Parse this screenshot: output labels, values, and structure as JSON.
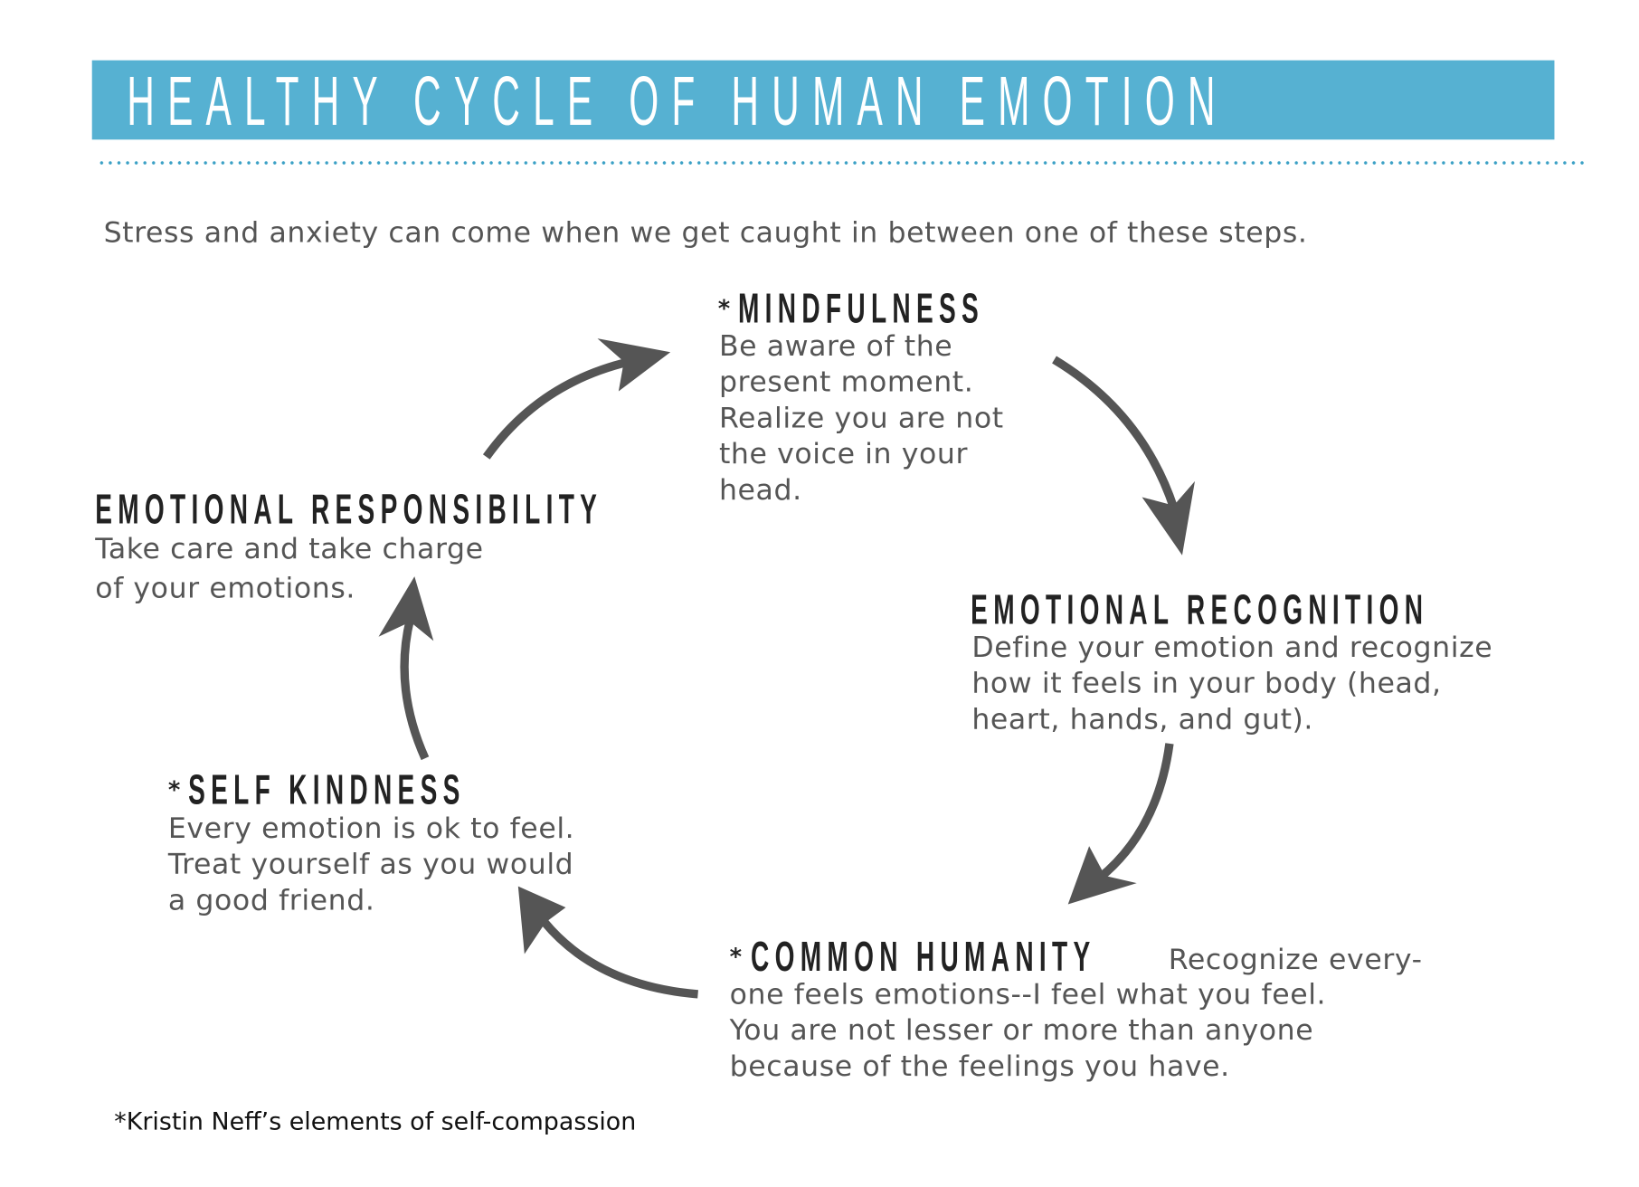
{
  "title": "HEALTHY CYCLE OF HUMAN EMOTION",
  "subtitle": "Stress and anxiety can come when we get caught in between one of these steps.",
  "colors": {
    "banner": "#56b1d2",
    "dots": "#3aa0c5",
    "arrow": "#555555",
    "text": "#555555"
  },
  "steps": {
    "mindfulness": {
      "star": "*",
      "heading": "MINDFULNESS",
      "lines": [
        "Be aware of the",
        "present moment.",
        "Realize you are not",
        "the voice in your",
        "head."
      ]
    },
    "recognition": {
      "heading": "EMOTIONAL RECOGNITION",
      "lines": [
        "Define your emotion and recognize",
        "how it feels in your body (head,",
        "heart, hands, and gut)."
      ]
    },
    "humanity": {
      "star": "*",
      "heading": "COMMON HUMANITY",
      "inline": "Recognize every-",
      "lines": [
        "one feels emotions--I feel what you feel.",
        "You are not lesser or more than anyone",
        "because of the feelings you have."
      ]
    },
    "kindness": {
      "star": "*",
      "heading": "SELF KINDNESS",
      "lines": [
        "Every emotion is ok to feel.",
        "Treat yourself as you would",
        "a good friend."
      ]
    },
    "responsibility": {
      "heading": "EMOTIONAL RESPONSIBILITY",
      "lines": [
        "Take care and take charge",
        "of your emotions."
      ]
    }
  },
  "footnote": "*Kristin Neff’s elements of self-compassion"
}
